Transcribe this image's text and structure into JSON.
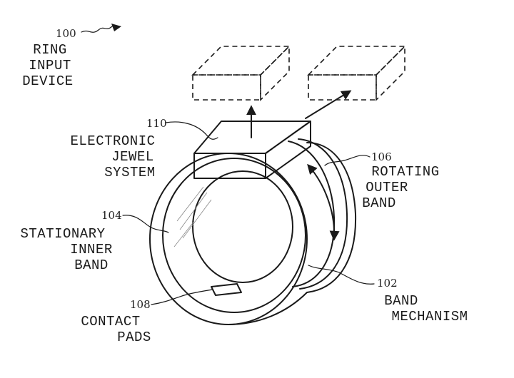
{
  "labels": {
    "ring_device": {
      "ref": "100",
      "lines": [
        "RING",
        "INPUT",
        "DEVICE"
      ]
    },
    "electronic_jewel": {
      "ref": "110",
      "lines": [
        "ELECTRONIC",
        "JEWEL",
        "SYSTEM"
      ]
    },
    "rotating_band": {
      "ref": "106",
      "lines": [
        "ROTATING",
        "OUTER",
        "BAND"
      ]
    },
    "stationary_band": {
      "ref": "104",
      "lines": [
        "STATIONARY",
        "INNER",
        "BAND"
      ]
    },
    "band_mechanism": {
      "ref": "102",
      "lines": [
        "BAND",
        "MECHANISM"
      ]
    },
    "contact_pads": {
      "ref": "108",
      "lines": [
        "CONTACT",
        "PADS"
      ]
    }
  }
}
